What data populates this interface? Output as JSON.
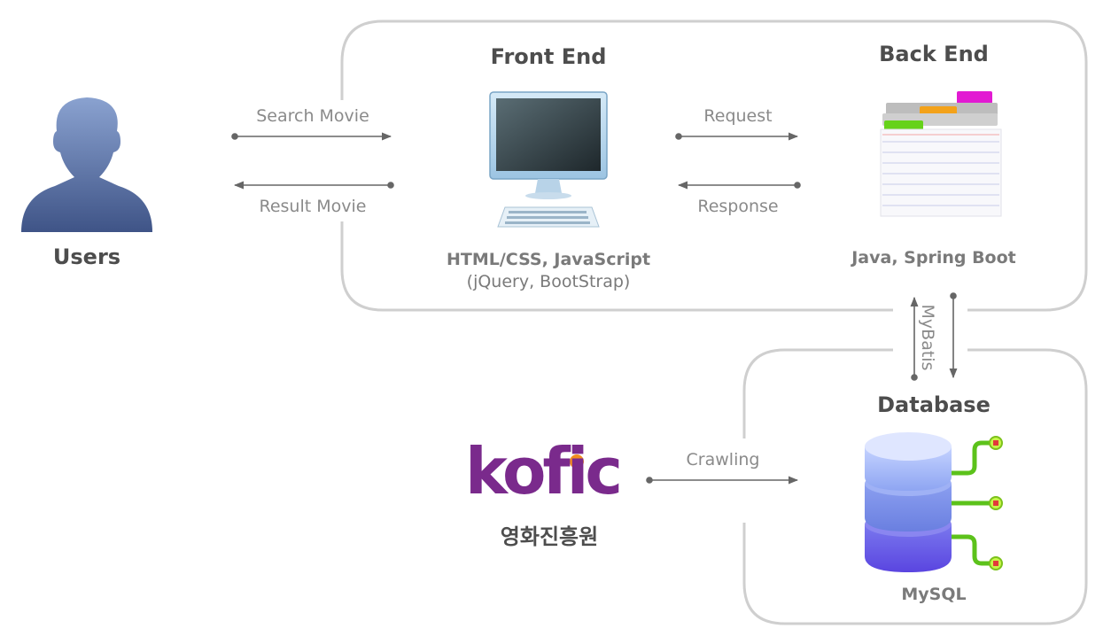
{
  "nodes": {
    "users": {
      "title": "Users"
    },
    "frontend": {
      "title": "Front End",
      "tech": "HTML/CSS, JavaScript",
      "tech_sub": "(jQuery, BootStrap)"
    },
    "backend": {
      "title": "Back End",
      "tech": "Java, Spring Boot"
    },
    "database": {
      "title": "Database",
      "tech": "MySQL"
    },
    "kofic": {
      "logo_text": "kofic",
      "name": "영화진흥원"
    }
  },
  "edges": {
    "search": "Search Movie",
    "result": "Result Movie",
    "request": "Request",
    "response": "Response",
    "mybatis": "MyBatis",
    "crawling": "Crawling"
  },
  "colors": {
    "frame": "#cfcfcf",
    "arrow": "#666666",
    "user": "#5f77a8",
    "kofic_purple": "#7a2a8c",
    "kofic_orange": "#f28c1f",
    "db_blue": "#6f86e0",
    "db_green": "#5cc21b"
  }
}
